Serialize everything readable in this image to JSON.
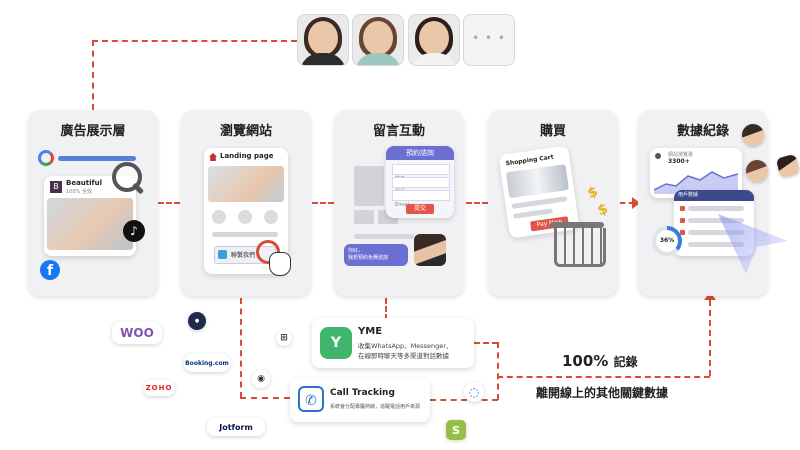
{
  "stages": [
    {
      "title": "廣告展示層"
    },
    {
      "title": "瀏覽網站"
    },
    {
      "title": "留言互動"
    },
    {
      "title": "購買"
    },
    {
      "title": "數據紀錄"
    }
  ],
  "avatars_more": "• • •",
  "ad": {
    "brand_initial": "B",
    "brand_name": "Beautiful",
    "brand_sub": "100% 全效"
  },
  "landing": {
    "title": "Landing page",
    "button": "聯繫我們"
  },
  "form": {
    "title": "預約諮詢",
    "fields": [
      "姓名",
      "電話",
      "Email"
    ],
    "submit": "提交"
  },
  "chat": {
    "bubble": "你好，\n我想預約免費諮詢"
  },
  "cart": {
    "title": "Shopping Cart",
    "button": "Pay Now"
  },
  "dashboard": {
    "header1": "網站瀏覽量",
    "value1": "3300+",
    "header2": "用戶數據",
    "percent": "36%"
  },
  "yme": {
    "name": "YME",
    "line1": "收集WhatsApp、Messenger、",
    "line2": "在線即時聊天等多渠道對話數據"
  },
  "call": {
    "name": "Call Tracking",
    "line1": "系統會分配專屬熱線，追蹤電話用戶來源"
  },
  "logos": {
    "woo": "WOO",
    "booking": "Booking.com",
    "jotform": "Jotform",
    "zoho": "ZOHO"
  },
  "offline": {
    "headline_num": "100%",
    "headline_text": "記錄",
    "sub": "離開線上的其他關鍵數據"
  },
  "colors": {
    "accent": "#d94a3a",
    "yme_green": "#3fb66b",
    "call_blue": "#2a73c7",
    "form_purple": "#6a6fd1"
  }
}
